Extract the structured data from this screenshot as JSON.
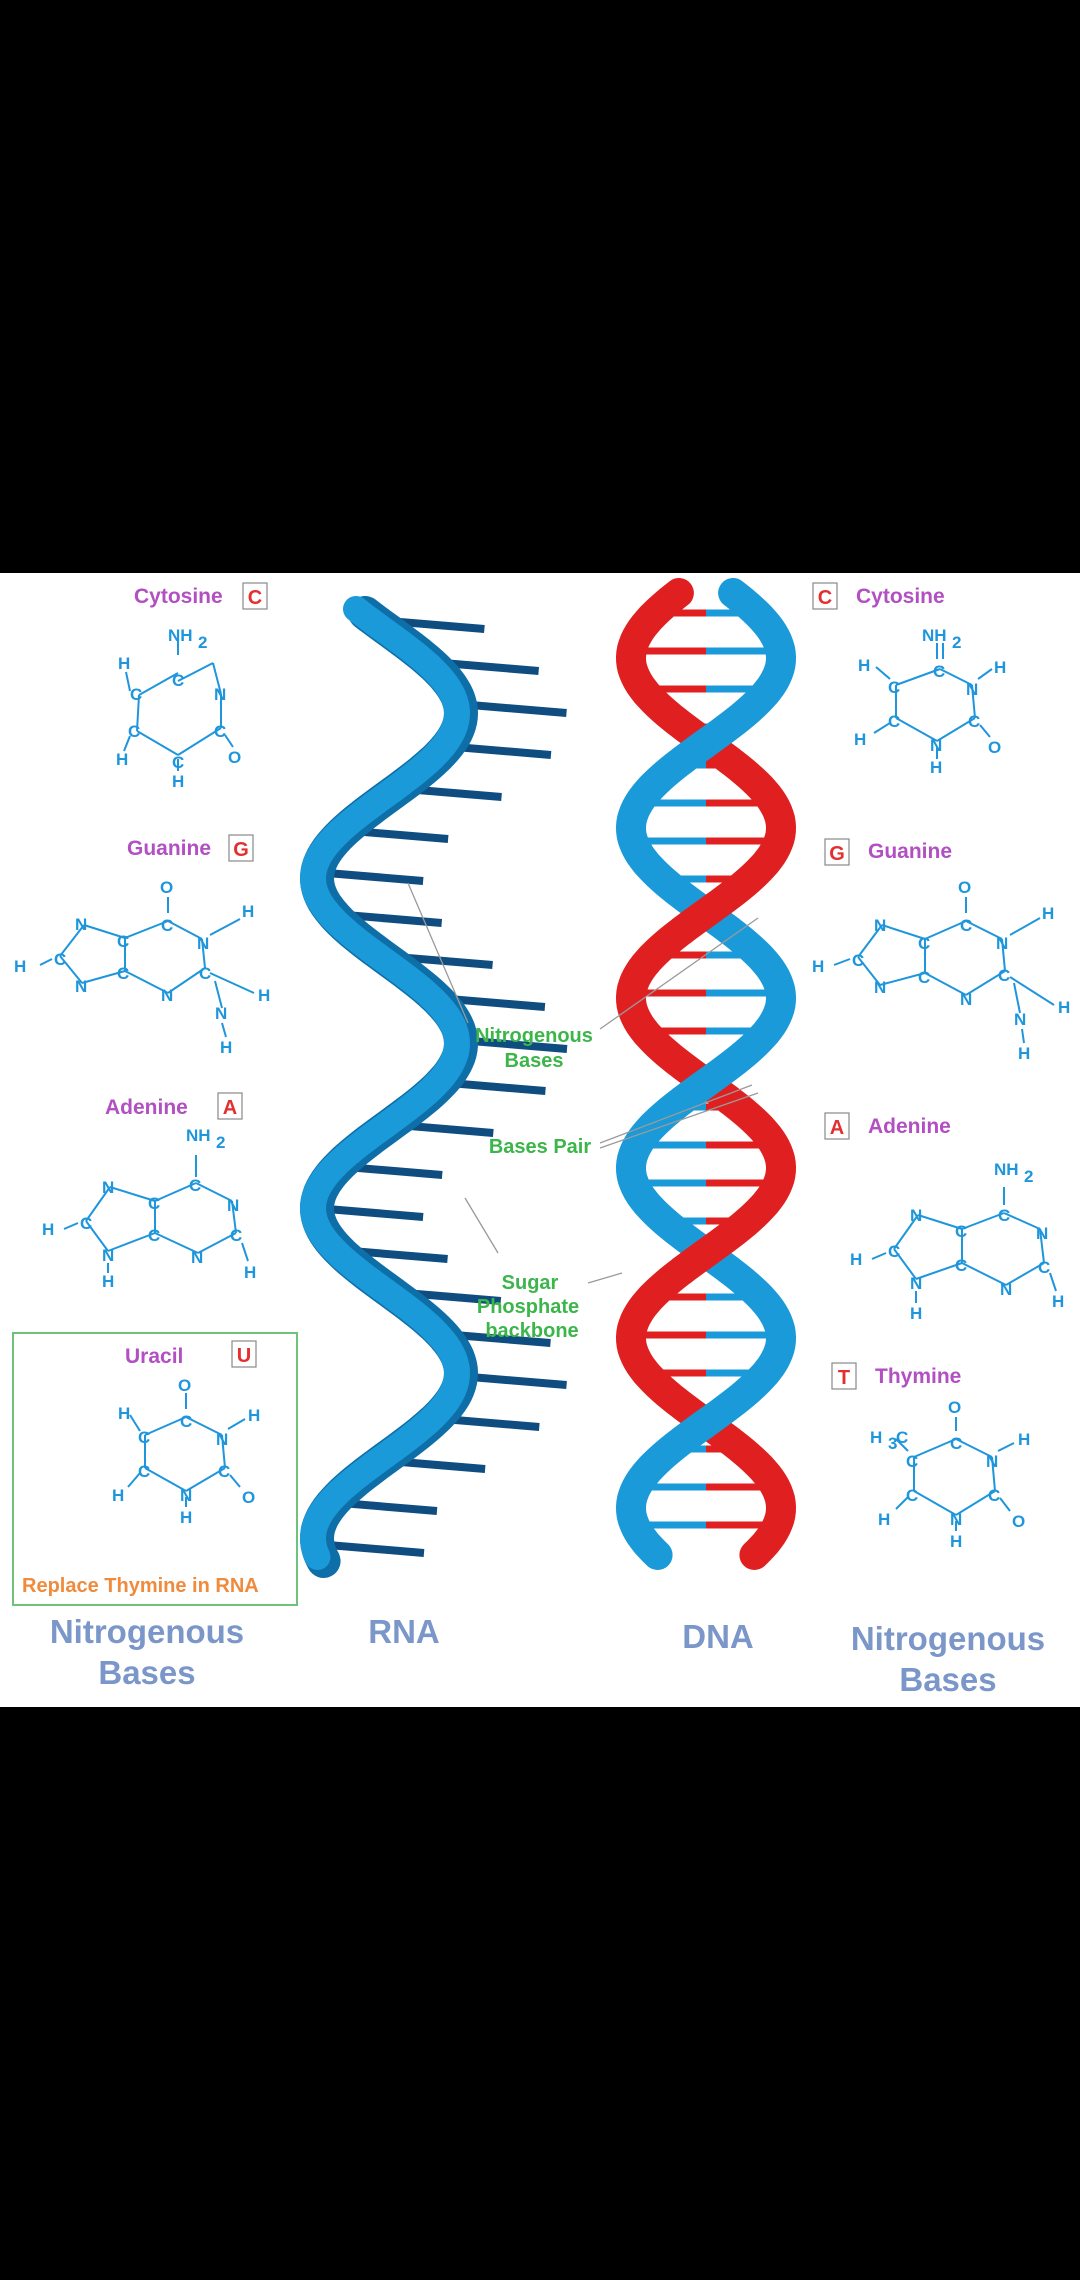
{
  "colors": {
    "rna_backbone": "#1a9ad8",
    "rna_backbone_dark": "#0e6ea8",
    "rna_rungs": "#0f4d80",
    "dna_blue": "#1a9ad8",
    "dna_red": "#e02020",
    "base_name": "#b24fc2",
    "base_letter": "#e23030",
    "atom": "#1f96dc",
    "callout": "#3cb54a",
    "section_label": "#7b96c8",
    "uracil_note": "#f08a3c",
    "uracil_box_border": "#6fc27a"
  },
  "left_bases": [
    {
      "name": "Cytosine",
      "letter": "C"
    },
    {
      "name": "Guanine",
      "letter": "G"
    },
    {
      "name": "Adenine",
      "letter": "A"
    }
  ],
  "uracil": {
    "name": "Uracil",
    "letter": "U",
    "note": "Replace Thymine in RNA"
  },
  "right_bases": [
    {
      "name": "Cytosine",
      "letter": "C"
    },
    {
      "name": "Guanine",
      "letter": "G"
    },
    {
      "name": "Adenine",
      "letter": "A"
    },
    {
      "name": "Thymine",
      "letter": "T"
    }
  ],
  "callouts": {
    "nitrogenous_bases_line1": "Nitrogenous",
    "nitrogenous_bases_line2": "Bases",
    "bases_pair": "Bases Pair",
    "sugar_line1": "Sugar",
    "sugar_line2": "Phosphate",
    "sugar_line3": "backbone"
  },
  "labels": {
    "left_line1": "Nitrogenous",
    "left_line2": "Bases",
    "rna": "RNA",
    "dna": "DNA",
    "right_line1": "Nitrogenous",
    "right_line2": "Bases"
  },
  "atoms": {
    "C": "C",
    "N": "N",
    "H": "H",
    "O": "O",
    "NH2": "NH",
    "sub2": "2",
    "H3C": "H",
    "sub3": "3",
    "C_after": "C"
  }
}
